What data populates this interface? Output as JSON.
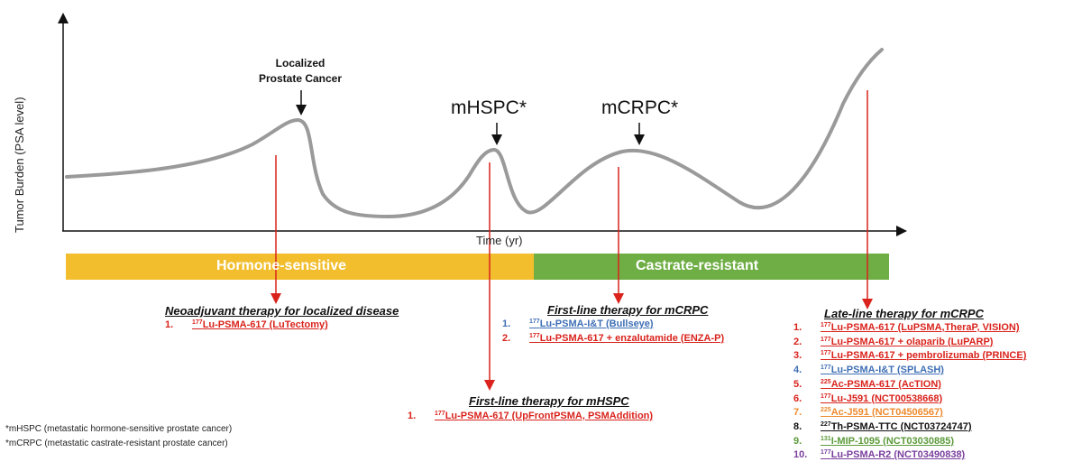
{
  "axes": {
    "y_label": "Tumor Burden (PSA level)",
    "x_label": "Time (yr)"
  },
  "stages": {
    "localized": [
      "Localized",
      "Prostate Cancer"
    ],
    "mhspc": "mHSPC*",
    "mcrpc": "mCRPC*"
  },
  "bands": {
    "hormone_sensitive": {
      "label": "Hormone-sensitive",
      "color": "#f2be2e"
    },
    "castrate_resistant": {
      "label": "Castrate-resistant",
      "color": "#6fae45"
    }
  },
  "colors": {
    "curve": "#9a9a9a",
    "arrow": "#d9231c"
  },
  "sections": {
    "neoadjuvant": {
      "title": "Neoadjuvant therapy for localized disease",
      "items": [
        {
          "num": "1.",
          "iso": "177",
          "text": "Lu-PSMA-617 (LuTectomy)",
          "color": "#d9231c"
        }
      ]
    },
    "first_line_mhspc": {
      "title": "First-line therapy for mHSPC",
      "items": [
        {
          "num": "1.",
          "iso": "177",
          "text": "Lu-PSMA-617 (UpFrontPSMA, PSMAddition)",
          "color": "#d9231c"
        }
      ]
    },
    "first_line_mcrpc": {
      "title": "First-line therapy for mCRPC",
      "items": [
        {
          "num": "1.",
          "iso": "177",
          "text": "Lu-PSMA-I&T (Bullseye)",
          "color": "#3f6fb5"
        },
        {
          "num": "2.",
          "iso": "177",
          "text": "Lu-PSMA-617 + enzalutamide (ENZA-P)",
          "color": "#d9231c"
        }
      ]
    },
    "late_line_mcrpc": {
      "title": "Late-line therapy for mCRPC",
      "items": [
        {
          "num": "1.",
          "iso": "177",
          "text": "Lu-PSMA-617 (LuPSMA,TheraP, VISION)",
          "color": "#d9231c"
        },
        {
          "num": "2.",
          "iso": "177",
          "text": "Lu-PSMA-617 + olaparib (LuPARP)",
          "color": "#d9231c"
        },
        {
          "num": "3.",
          "iso": "177",
          "text": "Lu-PSMA-617 + pembrolizumab (PRINCE)",
          "color": "#d9231c"
        },
        {
          "num": "4.",
          "iso": "177",
          "text": "Lu-PSMA-I&T (SPLASH)",
          "color": "#3f6fb5"
        },
        {
          "num": "5.",
          "iso": "225",
          "text": "Ac-PSMA-617 (AcTION)",
          "color": "#d9231c"
        },
        {
          "num": "6.",
          "iso": "177",
          "text": "Lu-J591 (NCT00538668)",
          "color": "#d9231c"
        },
        {
          "num": "7.",
          "iso": "225",
          "text": "Ac-J591 (NCT04506567)",
          "color": "#ed8a2e"
        },
        {
          "num": "8.",
          "iso": "227",
          "text": "Th-PSMA-TTC (NCT03724747)",
          "color": "#111111"
        },
        {
          "num": "9.",
          "iso": "131",
          "text": "I-MIP-1095 (NCT03030885)",
          "color": "#5b9a3a"
        },
        {
          "num": "10.",
          "iso": "177",
          "text": "Lu-PSMA-R2 (NCT03490838)",
          "color": "#7a3f9d"
        }
      ]
    }
  },
  "footnotes": [
    "*mHSPC (metastatic hormone-sensitive prostate cancer)",
    "*mCRPC (metastatic castrate-resistant prostate cancer)"
  ]
}
